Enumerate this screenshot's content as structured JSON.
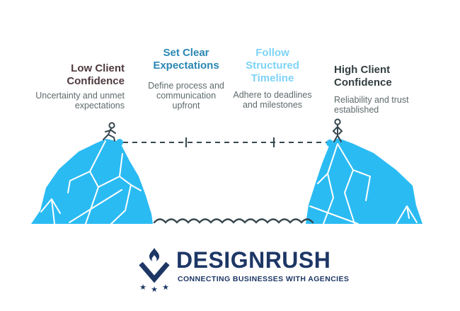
{
  "page": {
    "background": "#ffffff"
  },
  "colors": {
    "cliff_blue": "#2bbbf3",
    "ink": "#37474f",
    "brand_navy": "#1d3765",
    "subtitle_gray": "#5e6a6c",
    "title_low_confidence": "#4f3a3e",
    "title_set_expectations": "#2b87b3",
    "title_follow_timeline": "#7ed3f7",
    "title_high_confidence": "#333f41"
  },
  "columns": [
    {
      "id": "low-client-confidence",
      "title_lines": [
        "Low Client",
        "Confidence"
      ],
      "subtitle_lines": [
        "Uncertainty and unmet",
        "expectations"
      ]
    },
    {
      "id": "set-clear-expectations",
      "title_lines": [
        "Set Clear",
        "Expectations"
      ],
      "subtitle_lines": [
        "Define process and",
        "communication",
        "upfront"
      ]
    },
    {
      "id": "follow-structured-timeline",
      "title_lines": [
        "Follow",
        "Structured",
        "Timeline"
      ],
      "subtitle_lines": [
        "Adhere to deadlines",
        "and milestones"
      ]
    },
    {
      "id": "high-client-confidence",
      "title_lines": [
        "High Client",
        "Confidence"
      ],
      "subtitle_lines": [
        "Reliability and trust",
        "established"
      ]
    }
  ],
  "scene": {
    "left_cliff_icon": "iceberg-cliff",
    "right_cliff_icon": "iceberg-cliff",
    "rope_icon": "dashed-tightrope",
    "left_figure_icon": "tightrope-walker",
    "right_figure_icon": "standing-person",
    "water_icon": "wave-line"
  },
  "logo": {
    "brand": "DESIGNRUSH",
    "tagline": "CONNECTING BUSINESSES WITH AGENCIES",
    "icon": "torch-flame-v-stars"
  }
}
